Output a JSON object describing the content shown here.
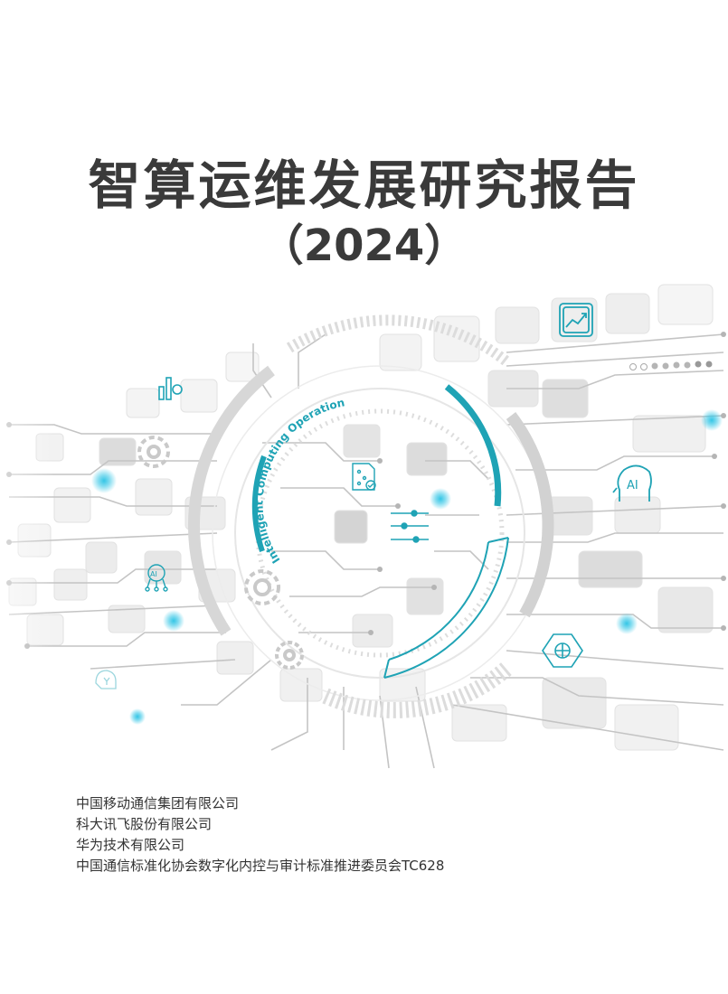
{
  "cover": {
    "title": "智算运维发展研究报告",
    "year": "（2024）"
  },
  "illustration": {
    "ring_text": "Intelligent Computing Operation",
    "ai_label": "AI",
    "accent_color": "#1fa3b5",
    "glow_color": "#34c6e6",
    "icons": [
      "bar-chart-icon",
      "trend-chart-icon",
      "ai-head-icon",
      "ai-chip-icon",
      "brain-icon",
      "document-check-icon",
      "sliders-icon",
      "gear-icon",
      "head-profile-icon"
    ]
  },
  "organizations": [
    "中国移动通信集团有限公司",
    "科大讯飞股份有限公司",
    "华为技术有限公司",
    "中国通信标准化协会数字化内控与审计标准推进委员会TC628"
  ]
}
